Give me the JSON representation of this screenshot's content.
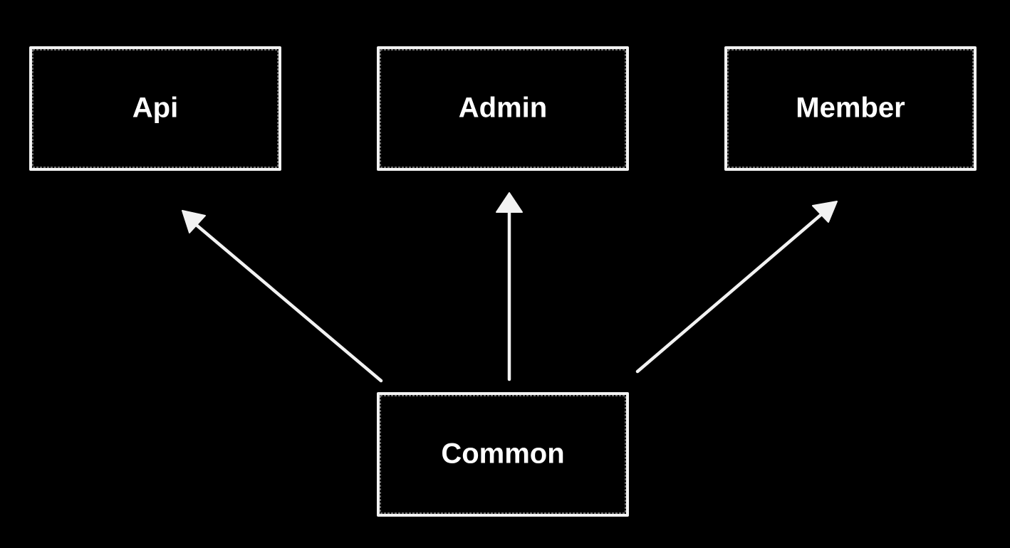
{
  "diagram": {
    "nodes": {
      "api": {
        "label": "Api"
      },
      "admin": {
        "label": "Admin"
      },
      "member": {
        "label": "Member"
      },
      "common": {
        "label": "Common"
      }
    },
    "edges": [
      {
        "from": "Common",
        "to": "Api"
      },
      {
        "from": "Common",
        "to": "Admin"
      },
      {
        "from": "Common",
        "to": "Member"
      }
    ],
    "colors": {
      "background": "#000000",
      "stroke": "#f2f2f2",
      "text": "#ffffff"
    }
  }
}
